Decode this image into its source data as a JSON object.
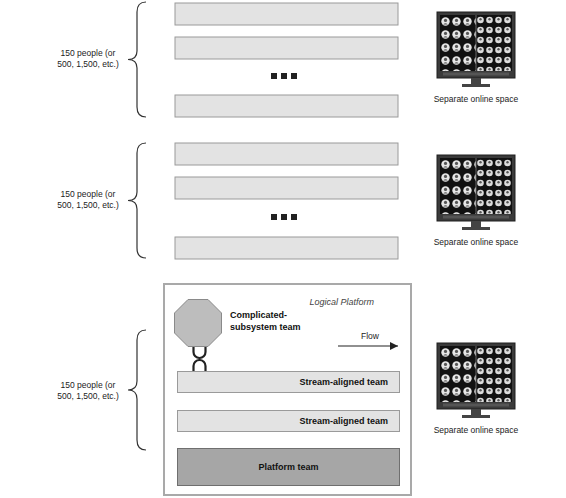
{
  "diagram": {
    "nodes": [
      {
        "text": [
          "Logical Platform"
        ]
      },
      {
        "text": [
          "Complicated-subsystem team"
        ],
        "in": 0
      },
      {
        "text": [
          "Stream-aligned team"
        ],
        "in": 0
      },
      {
        "text": [
          "Stream-aligned team"
        ],
        "in": 0
      },
      {
        "text": [
          "Platform team"
        ],
        "in": 0
      }
    ],
    "edges": [
      {
        "from": 1,
        "to": 2,
        "arrow": "none"
      }
    ],
    "labels": [
      "150 people (or 500, 1,500, etc.)",
      "Separate online space",
      "150 people (or 500, 1,500, etc.)",
      "Separate online space",
      "Flow",
      "150 people (or 500, 1,500, etc.)",
      "Separate online space"
    ]
  }
}
